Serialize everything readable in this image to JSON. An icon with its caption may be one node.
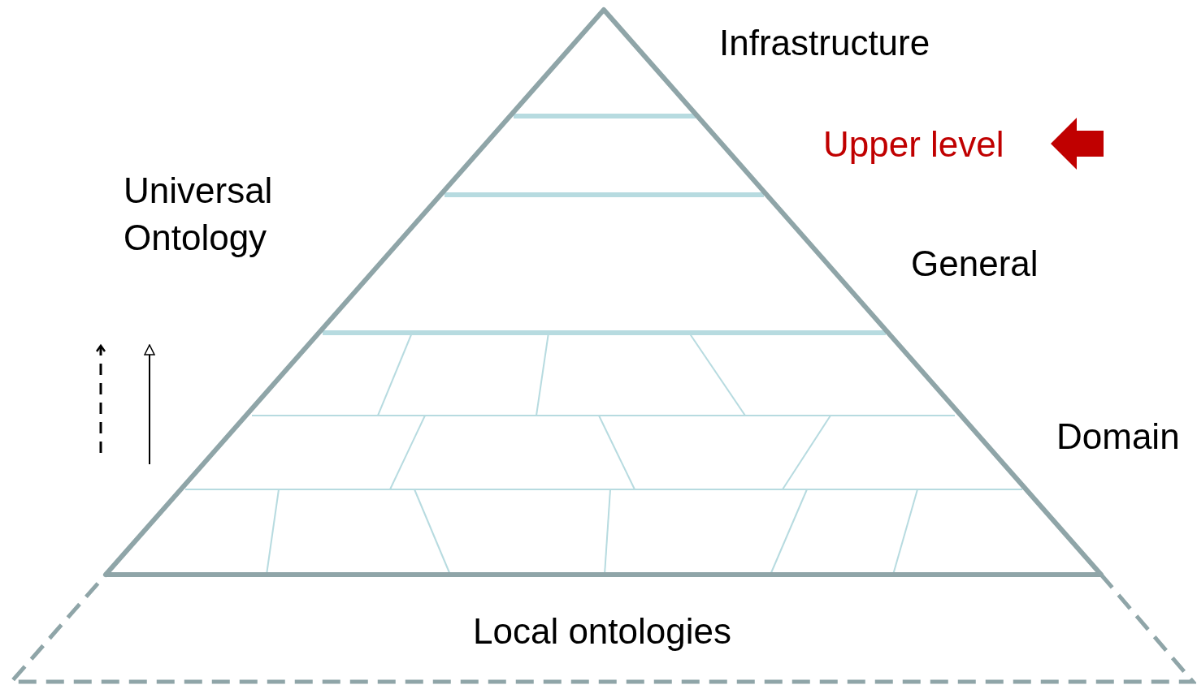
{
  "diagram": {
    "nodes": [
      {
        "text": [
          "Local ontologies"
        ]
      }
    ],
    "labels": [
      "Infrastructure",
      "Upper level",
      "Universal Ontology",
      "General",
      "Domain"
    ]
  }
}
